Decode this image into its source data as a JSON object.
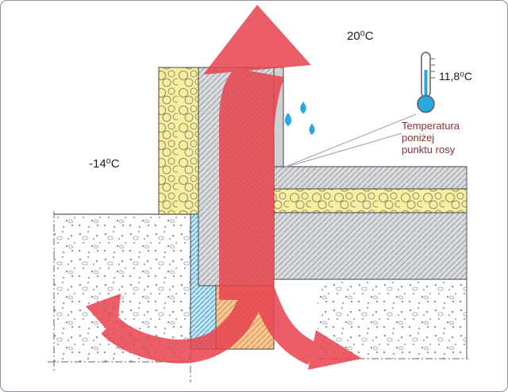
{
  "labels": {
    "indoor_temp": "20⁰C",
    "outdoor_temp": "-14⁰C",
    "dew_point_temp": "11,8⁰C",
    "note_line1": "Temperatura",
    "note_line2": "poniżej",
    "note_line3": "punktu rosy"
  },
  "colors": {
    "arrow_red": "#e8434e",
    "insulation_yellow": "#f6ef9f",
    "concrete_gray": "#d9dbdd",
    "perimeter_blue": "#c5e6f4",
    "foundation_orange": "#f8c998",
    "water_blue": "#29a8e0",
    "note_text": "#8a2f2f"
  },
  "icons": {
    "thermometer": "thermometer-icon",
    "water_drops": "water-drops-icon",
    "heat_arrows": "heat-flow-arrow"
  }
}
